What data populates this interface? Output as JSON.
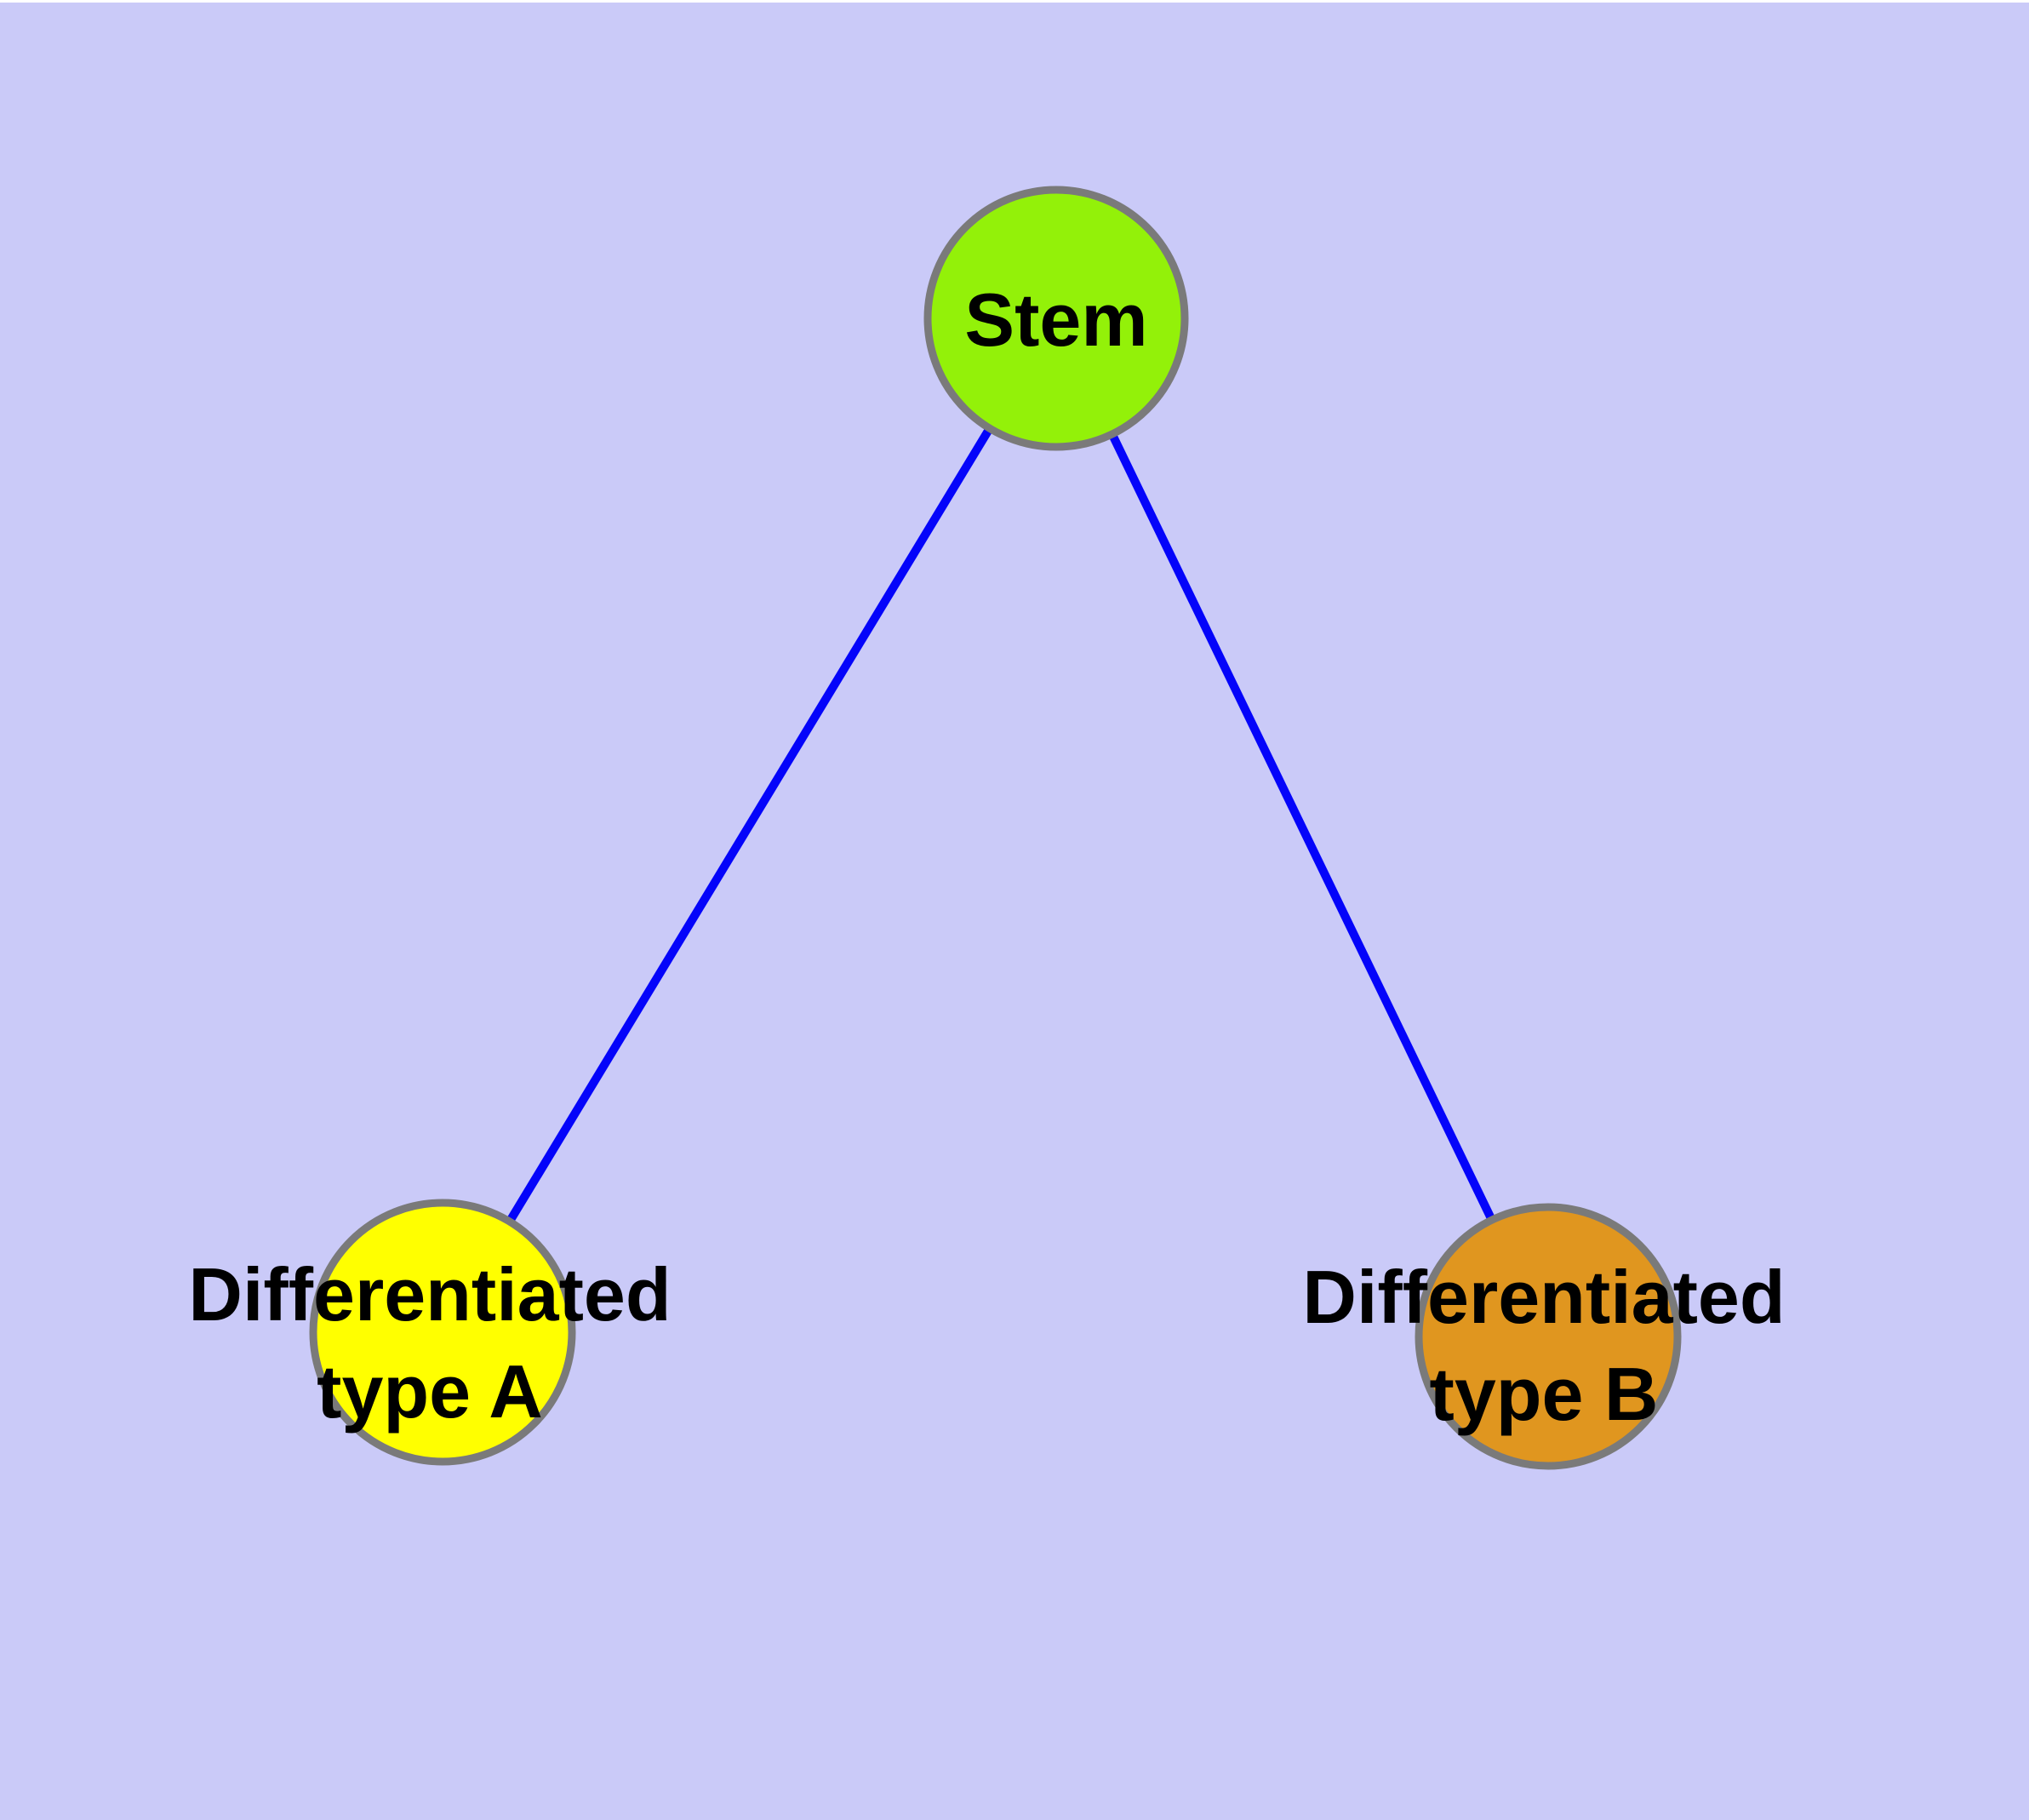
{
  "diagram": {
    "type": "graph",
    "background_color": "#cacaf8",
    "top_edge_color": "#ffffff",
    "edge_color": "#0404fa",
    "node_border_color": "#7a7a7a",
    "label_color": "#000000",
    "nodes": [
      {
        "id": "stem",
        "label": "Stem",
        "fill_color": "#93f109"
      },
      {
        "id": "differentiated-type-a",
        "label": "Differentiated type A",
        "label_line1": "Differentiated",
        "label_line2": "type A",
        "fill_color": "#ffff00"
      },
      {
        "id": "differentiated-type-b",
        "label": "Differentiated type B",
        "label_line1": "Differentiated",
        "label_line2": "type B",
        "fill_color": "#e0961f"
      }
    ],
    "edges": [
      {
        "from": "Stem",
        "to": "Differentiated type A"
      },
      {
        "from": "Stem",
        "to": "Differentiated type B"
      }
    ]
  }
}
